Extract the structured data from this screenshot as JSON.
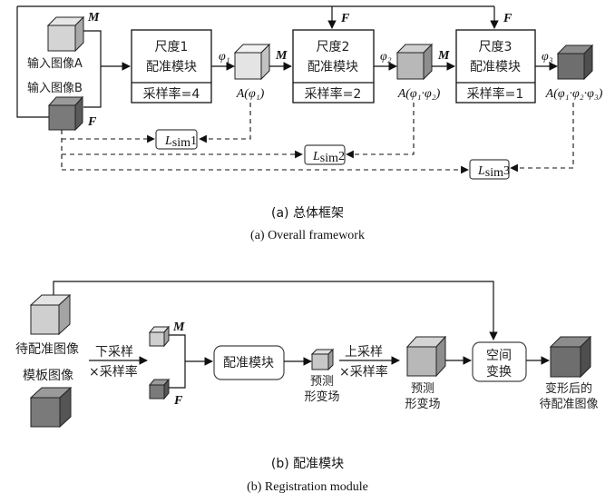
{
  "part_a": {
    "caption_zh": "(a) 总体框架",
    "caption_en": "(a) Overall framework",
    "inputs": {
      "image_a_label": "输入图像A",
      "image_b_label": "输入图像B",
      "moving_tag": "M",
      "fixed_tag": "F"
    },
    "modules": [
      {
        "line1": "尺度1",
        "line2": "配准模块",
        "rate": "采样率=4",
        "out_phi": "φ₁",
        "out_label": "A(φ₁)",
        "loss": "L",
        "loss_sub": "sim",
        "loss_num": "1"
      },
      {
        "line1": "尺度2",
        "line2": "配准模块",
        "rate": "采样率=2",
        "out_phi": "φ₂",
        "out_label": "A(φ₁·φ₂)",
        "loss": "L",
        "loss_sub": "sim",
        "loss_num": "2"
      },
      {
        "line1": "尺度3",
        "line2": "配准模块",
        "rate": "采样率=1",
        "out_phi": "φ₃",
        "out_label": "A(φ₁·φ₂·φ₃)",
        "loss": "L",
        "loss_sub": "sim",
        "loss_num": "3"
      }
    ],
    "edge_labels": {
      "m": "M",
      "f": "F"
    },
    "cube_colors": {
      "input_a": "#d4d4d4",
      "input_b": "#7a7a7a",
      "out1": "#e4e4e4",
      "out2": "#b8b8b8",
      "out3": "#6e6e6e"
    }
  },
  "part_b": {
    "caption_zh": "(b) 配准模块",
    "caption_en": "(b) Registration module",
    "moving_image_label": "待配准图像",
    "template_image_label": "模板图像",
    "downsample_label": "下采样",
    "downsample_rate_label": "×采样率",
    "moving_tag": "M",
    "fixed_tag": "F",
    "reg_module_label": "配准模块",
    "pred_field_small_line1": "预测",
    "pred_field_small_line2": "形变场",
    "upsample_label": "上采样",
    "upsample_rate_label": "×采样率",
    "pred_field_large_line1": "预测",
    "pred_field_large_line2": "形变场",
    "spatial_transform_line1": "空间",
    "spatial_transform_line2": "变换",
    "output_line1": "变形后的",
    "output_line2": "待配准图像",
    "cube_colors": {
      "moving": "#cfcfcf",
      "template": "#7a7a7a",
      "small_m": "#cfcfcf",
      "small_f": "#7a7a7a",
      "field_small": "#c8c8c8",
      "field_large": "#b8b8b8",
      "warped": "#6e6e6e"
    }
  }
}
